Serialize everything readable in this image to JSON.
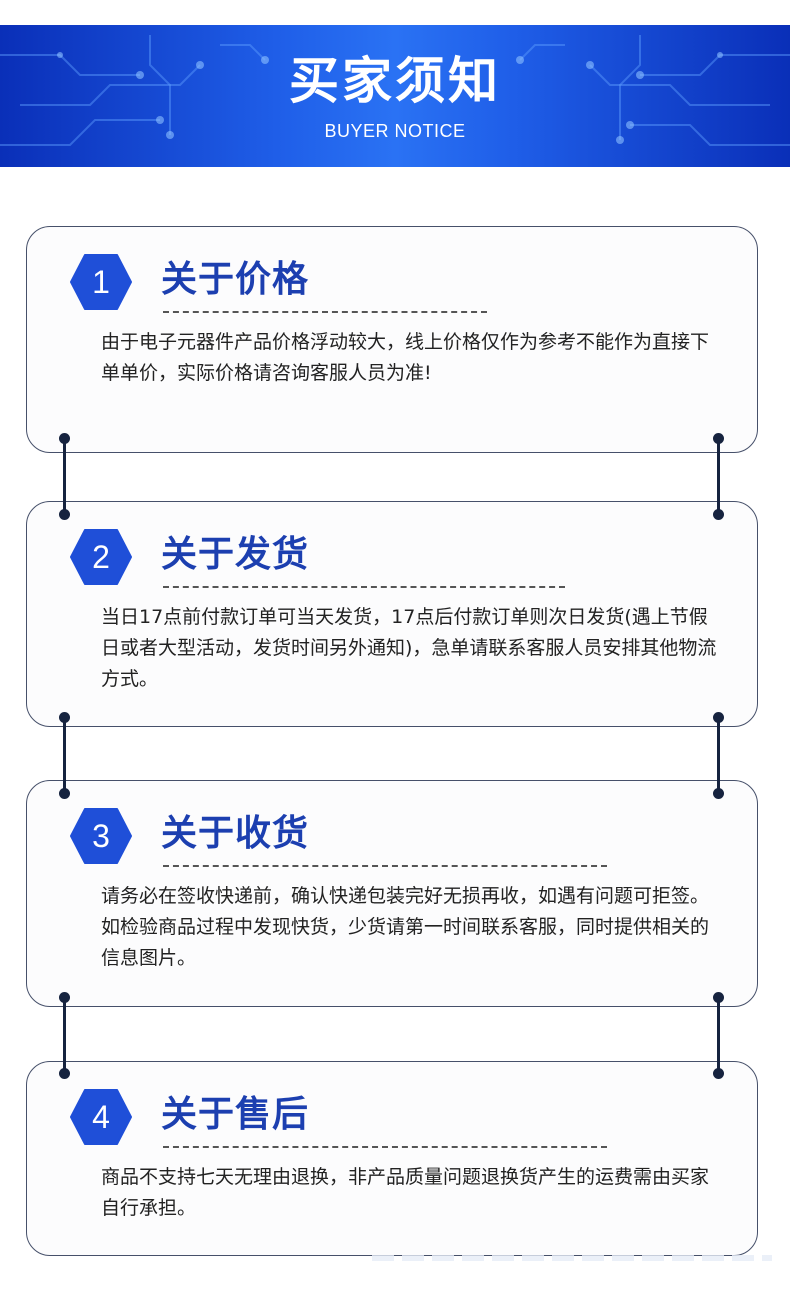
{
  "banner": {
    "title": "买家须知",
    "subtitle": "BUYER NOTICE"
  },
  "sections": [
    {
      "number": "1",
      "title": "关于价格",
      "text": "由于电子元器件产品价格浮动较大，线上价格仅作为参考不能作为直接下单单价，实际价格请咨询客服人员为准!"
    },
    {
      "number": "2",
      "title": "关于发货",
      "text": "当日17点前付款订单可当天发货，17点后付款订单则次日发货(遇上节假日或者大型活动，发货时间另外通知)，急单请联系客服人员安排其他物流方式。"
    },
    {
      "number": "3",
      "title": "关于收货",
      "text": "请务必在签收快递前，确认快递包装完好无损再收，如遇有问题可拒签。如检验商品过程中发现快货，少货请第一时间联系客服，同时提供相关的信息图片。"
    },
    {
      "number": "4",
      "title": "关于售后",
      "text": "商品不支持七天无理由退换，非产品质量问题退换货产生的运费需由买家自行承担。"
    }
  ],
  "colors": {
    "banner_dark": "#0a2fb8",
    "banner_light": "#2a72f4",
    "title_blue": "#1c3fb0",
    "hex_blue": "#1f4fd8",
    "connector": "#16233f"
  },
  "icons": [
    "hexagon-badge-icon",
    "circuit-pattern"
  ]
}
